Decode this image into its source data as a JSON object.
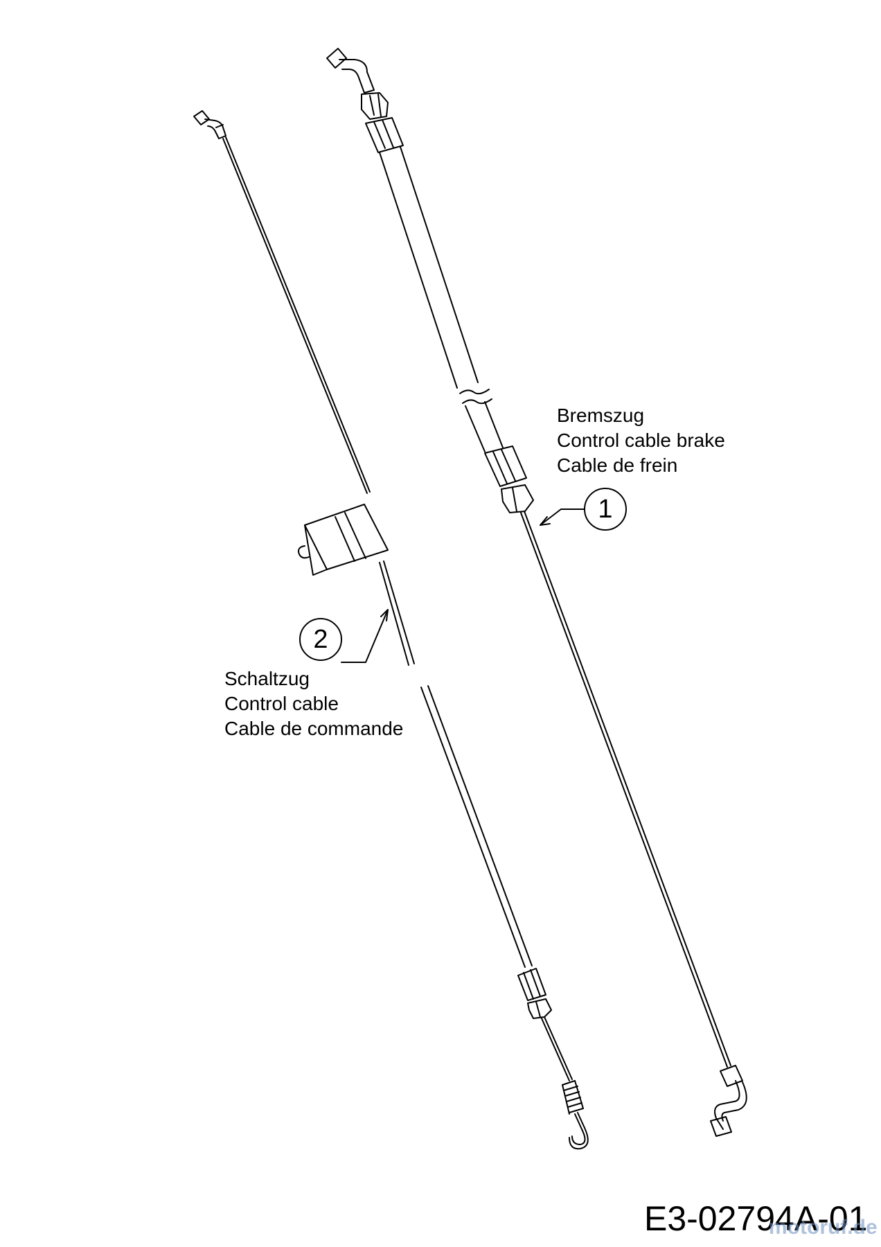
{
  "cable_1": {
    "number": "1",
    "label_de": "Bremszug",
    "label_en": "Control cable brake",
    "label_fr": "Cable de frein"
  },
  "cable_2": {
    "number": "2",
    "label_de": "Schaltzug",
    "label_en": "Control cable",
    "label_fr": "Cable de commande"
  },
  "drawing_code": "E3-02794A-01",
  "watermark": "motoruf.de",
  "colors": {
    "line": "#000000",
    "background": "#ffffff",
    "watermark": "#6c8fbf"
  }
}
